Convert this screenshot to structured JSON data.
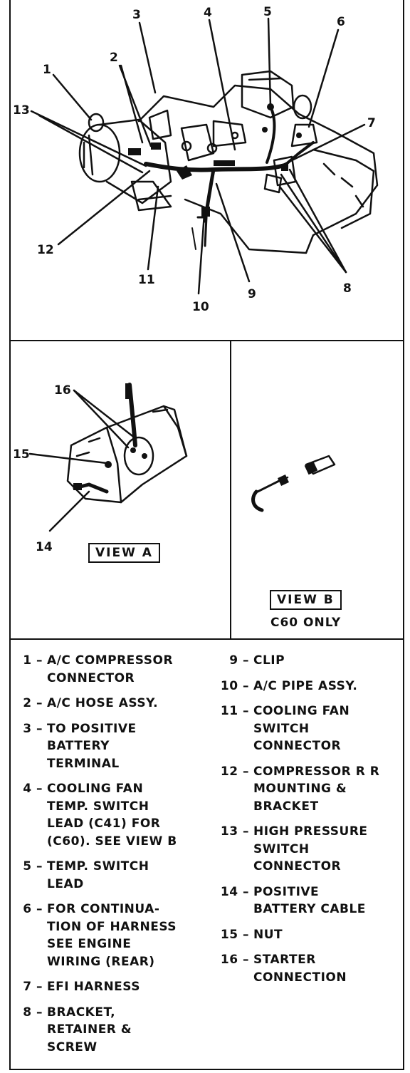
{
  "main_diagram": {
    "callouts": [
      "1",
      "2",
      "3",
      "4",
      "5",
      "6",
      "7",
      "8",
      "9",
      "10",
      "11",
      "12",
      "13"
    ]
  },
  "view_a": {
    "label": "VIEW  A",
    "callouts": [
      "14",
      "15",
      "16"
    ]
  },
  "view_b": {
    "label": "VIEW  B",
    "caption": "C60 ONLY"
  },
  "legend": {
    "left": [
      {
        "num": "1 –",
        "text": "A/C COMPRESSOR\nCONNECTOR"
      },
      {
        "num": "2 –",
        "text": "A/C HOSE ASSY."
      },
      {
        "num": "3 –",
        "text": "TO POSITIVE\nBATTERY\nTERMINAL"
      },
      {
        "num": "4 –",
        "text": "COOLING FAN\nTEMP. SWITCH\nLEAD (C41) FOR\n(C60). SEE VIEW B"
      },
      {
        "num": "5 –",
        "text": "TEMP. SWITCH\nLEAD"
      },
      {
        "num": "6 –",
        "text": "FOR CONTINUA-\nTION OF HARNESS\nSEE ENGINE\nWIRING (REAR)"
      },
      {
        "num": "7 –",
        "text": "EFI HARNESS"
      },
      {
        "num": "8 –",
        "text": "BRACKET,\nRETAINER &\nSCREW"
      }
    ],
    "right": [
      {
        "num": "9 –",
        "text": "CLIP"
      },
      {
        "num": "10 –",
        "text": "A/C PIPE ASSY."
      },
      {
        "num": "11 –",
        "text": "COOLING FAN\nSWITCH\nCONNECTOR"
      },
      {
        "num": "12 –",
        "text": "COMPRESSOR R R\nMOUNTING &\nBRACKET"
      },
      {
        "num": "13 –",
        "text": "HIGH PRESSURE\nSWITCH\nCONNECTOR"
      },
      {
        "num": "14 –",
        "text": "POSITIVE\nBATTERY CABLE"
      },
      {
        "num": "15 –",
        "text": "NUT"
      },
      {
        "num": "16 –",
        "text": "STARTER\nCONNECTION"
      }
    ]
  }
}
